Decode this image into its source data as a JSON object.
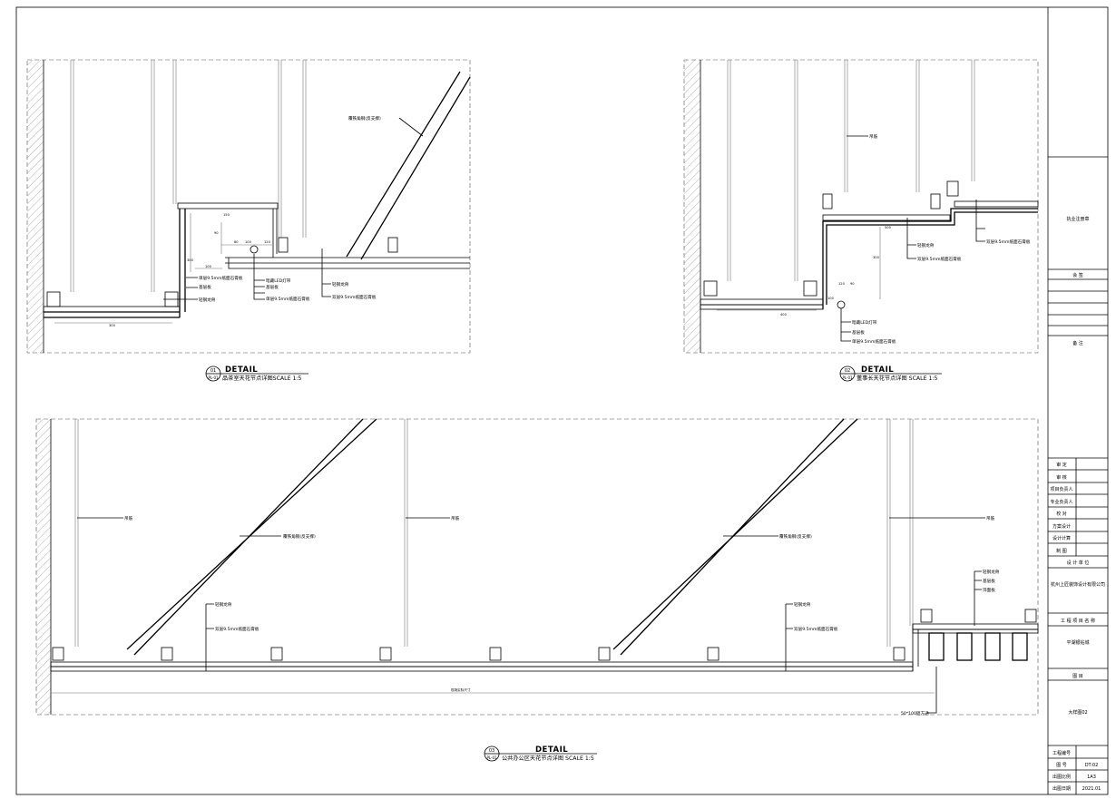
{
  "details": [
    {
      "id": "detail-01",
      "title": "DETAIL",
      "number": "01",
      "sheet_ref": "PL-01",
      "subtitle": "品茶室天花节点详图SCALE 1:5",
      "labels": [
        "覆铁角钢(反支撑)",
        "单层9.5mm纸面石膏板",
        "基层板",
        "轻钢龙骨",
        "暗藏LED灯带",
        "基层板",
        "单层9.5mm纸面石膏板",
        "轻钢龙骨",
        "双层9.5mm纸面石膏板"
      ],
      "dims": [
        "100",
        "80",
        "100",
        "120",
        "90",
        "300",
        "150",
        "300"
      ]
    },
    {
      "id": "detail-02",
      "title": "DETAIL",
      "number": "02",
      "sheet_ref": "PL-01",
      "subtitle": "董事长天花节点详图 SCALE 1:5",
      "labels": [
        "吊筋",
        "轻钢龙骨",
        "双层9.5mm纸面石膏板",
        "双层9.5mm纸面石膏板",
        "暗藏LED灯带",
        "基层板",
        "单层9.5mm纸面石膏板"
      ],
      "dims": [
        "500",
        "400",
        "120",
        "90",
        "300",
        "100"
      ]
    },
    {
      "id": "detail-03",
      "title": "DETAIL",
      "number": "03",
      "sheet_ref": "PL-01",
      "subtitle": "公共办公区天花节点详图 SCALE 1:5",
      "labels": [
        "吊筋",
        "覆铁角钢(反支撑)",
        "吊筋",
        "覆铁角钢(反支撑)",
        "吊筋",
        "轻钢龙骨",
        "双层9.5mm纸面石膏板",
        "轻钢龙骨",
        "双层9.5mm纸面石膏板",
        "轻钢龙骨",
        "基层板",
        "饰面板",
        "50*100铝方通"
      ],
      "dims": [
        "现场实际尺寸"
      ]
    }
  ],
  "title_block": {
    "stamp": "执业注册章",
    "countersign": "会  签",
    "remarks": "备  注",
    "roles": [
      "审    定",
      "审    核",
      "项目负责人",
      "专业负责人",
      "校    对",
      "方案设计",
      "设计计算",
      "制    图"
    ],
    "design_unit_header": "设 计 单 位",
    "design_unit": "杭州上匠装饰设计有限公司",
    "project_header": "工 程 项 目 名 称",
    "project_name": "平湖银钻城",
    "drawing_header": "图    目",
    "drawing_name": "大样图02",
    "drawing_no_label": "工程编号",
    "sheet_no_label": "图    号",
    "sheet_no": "DT-02",
    "scale_label": "出图比例",
    "scale": "1A3",
    "date_label": "出图日期",
    "date": "2021.01"
  },
  "colors": {
    "line": "#000000",
    "hatch": "#666666",
    "fill_board": "#dddddd"
  }
}
